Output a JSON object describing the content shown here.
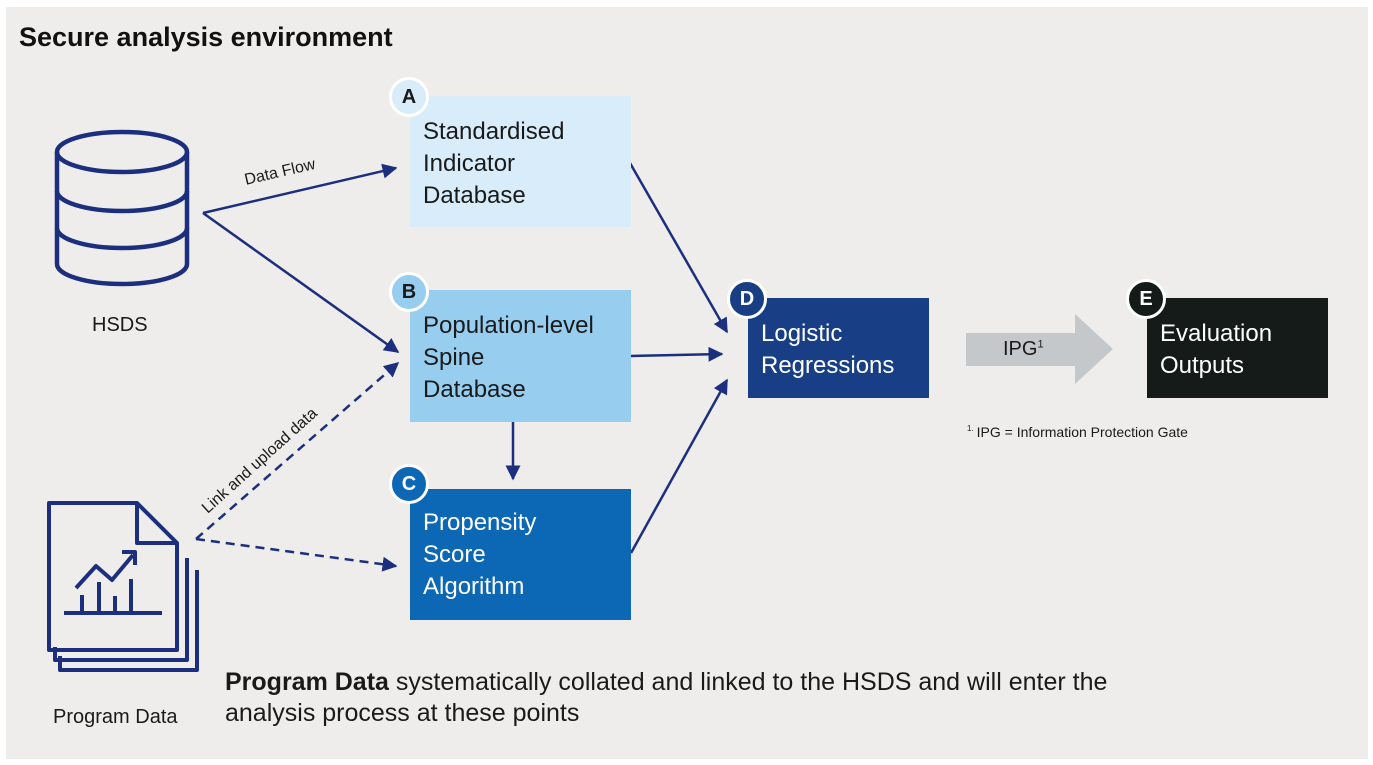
{
  "title": "Secure analysis environment",
  "sources": {
    "hsds": {
      "label": "HSDS",
      "icon": "database-icon"
    },
    "program": {
      "label": "Program Data",
      "icon": "document-chart-icon"
    }
  },
  "flow_labels": {
    "data_flow": "Data Flow",
    "link_upload": "Link and upload data"
  },
  "boxes": {
    "a": {
      "badge": "A",
      "lines": [
        "Standardised",
        "Indicator",
        "Database"
      ],
      "color": "#d9ecf9"
    },
    "b": {
      "badge": "B",
      "lines": [
        "Population-level",
        "Spine",
        "Database"
      ],
      "color": "#97cdef"
    },
    "c": {
      "badge": "C",
      "lines": [
        "Propensity",
        "Score",
        "Algorithm"
      ],
      "color": "#0c67b4"
    },
    "d": {
      "badge": "D",
      "lines": [
        "Logistic",
        "Regressions"
      ],
      "color": "#183f85"
    },
    "e": {
      "badge": "E",
      "lines": [
        "Evaluation",
        "Outputs"
      ],
      "color": "#141b18"
    }
  },
  "gate": {
    "label": "IPG",
    "sup": "1"
  },
  "footnote": {
    "marker": "1.",
    "text": "IPG = Information Protection Gate"
  },
  "note": {
    "bold": "Program Data",
    "text": " systematically collated and linked to the HSDS and will enter the analysis process at these points"
  },
  "colors": {
    "arrow": "#1b2f7e",
    "panel": "#efedeb",
    "gate_arrow": "#c4c8ca"
  }
}
